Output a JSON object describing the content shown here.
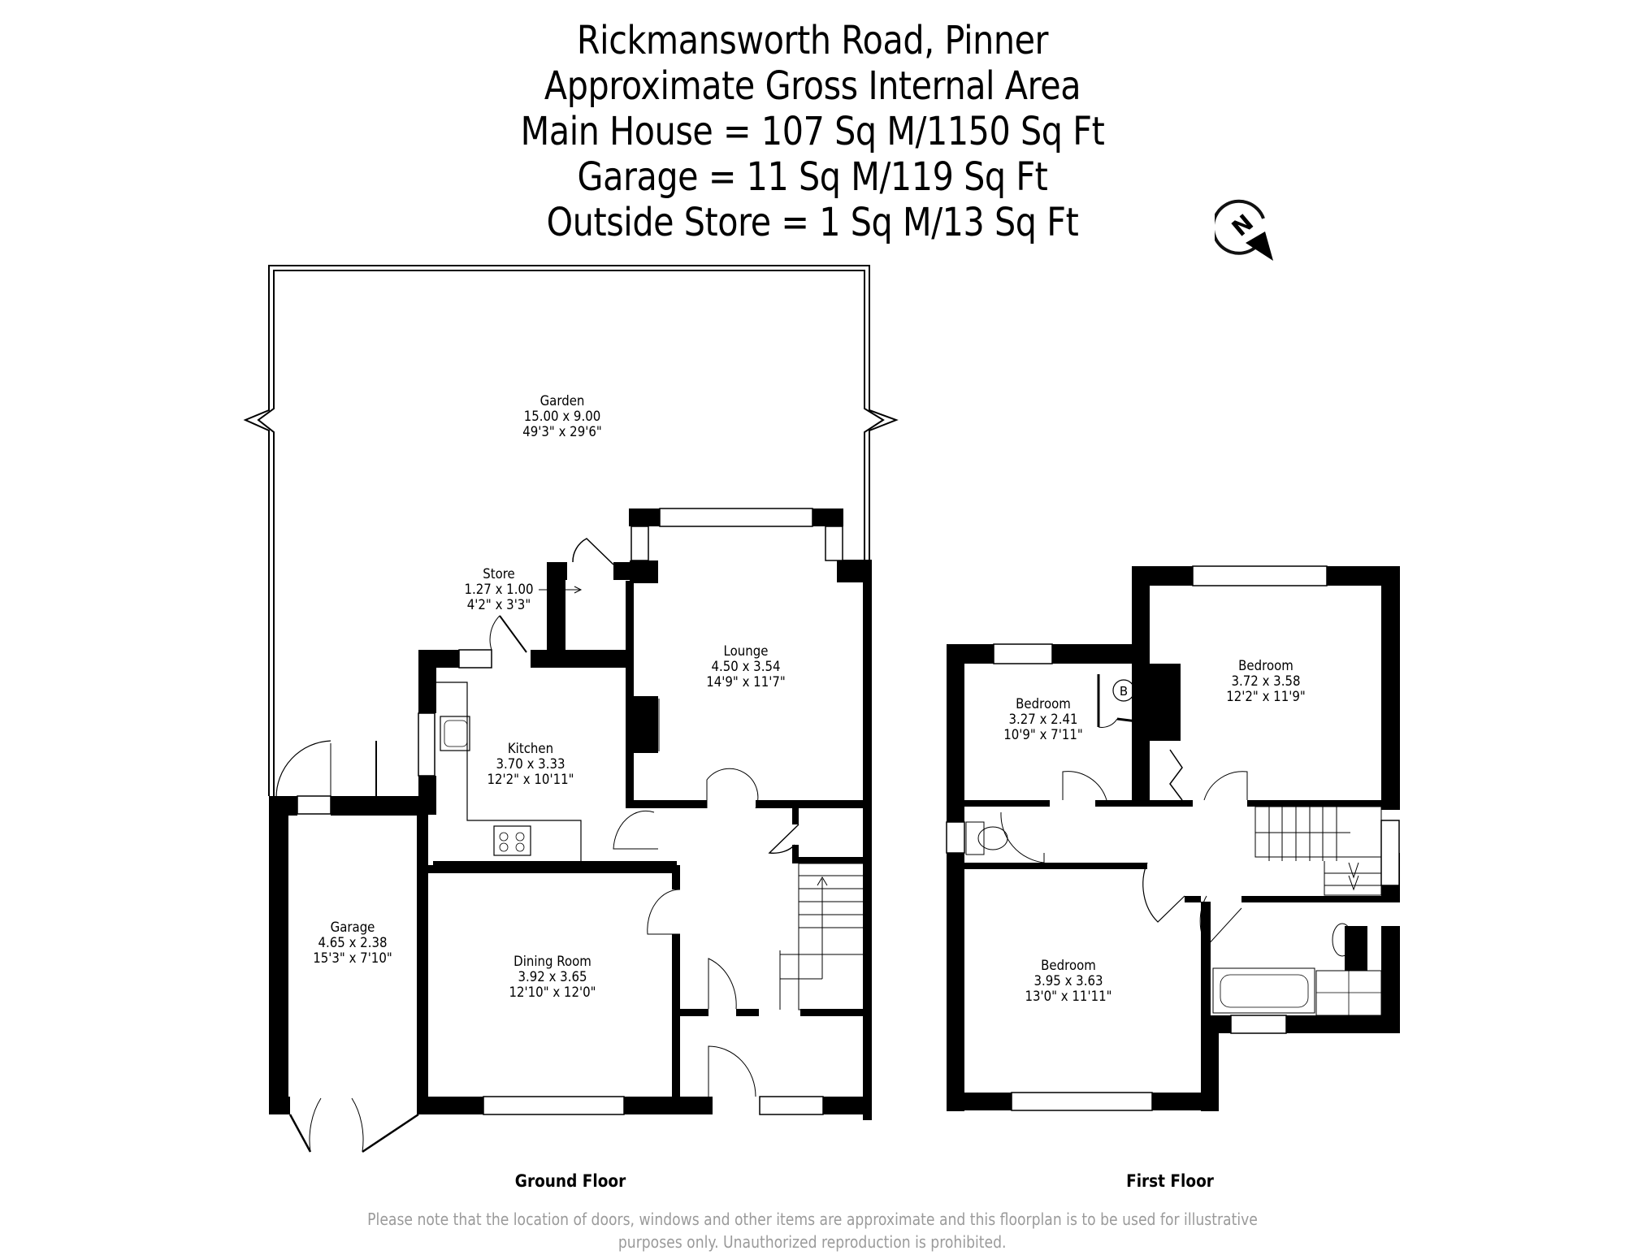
{
  "header": {
    "lines": [
      "Rickmansworth Road, Pinner",
      "Approximate Gross Internal Area",
      "Main House = 107 Sq M/1150 Sq Ft",
      "Garage = 11 Sq M/119 Sq Ft",
      "Outside Store = 1 Sq M/13 Sq Ft"
    ]
  },
  "compass": {
    "letter": "N",
    "icon": "north-compass-icon"
  },
  "ground_floor": {
    "label": "Ground Floor",
    "rooms": [
      {
        "name": "Garden",
        "metric": "15.00 x 9.00",
        "imperial": "49'3\" x 29'6\""
      },
      {
        "name": "Store",
        "metric": "1.27 x 1.00",
        "imperial": "4'2\" x 3'3\""
      },
      {
        "name": "Lounge",
        "metric": "4.50 x 3.54",
        "imperial": "14'9\" x 11'7\""
      },
      {
        "name": "Kitchen",
        "metric": "3.70 x 3.33",
        "imperial": "12'2\" x 10'11\""
      },
      {
        "name": "Garage",
        "metric": "4.65 x 2.38",
        "imperial": "15'3\" x 7'10\""
      },
      {
        "name": "Dining Room",
        "metric": "3.92 x 3.65",
        "imperial": "12'10\" x 12'0\""
      }
    ]
  },
  "first_floor": {
    "label": "First Floor",
    "boiler_symbol": "B",
    "rooms": [
      {
        "name": "Bedroom",
        "metric": "3.27 x 2.41",
        "imperial": "10'9\" x 7'11\""
      },
      {
        "name": "Bedroom",
        "metric": "3.72 x 3.58",
        "imperial": "12'2\" x 11'9\""
      },
      {
        "name": "Bedroom",
        "metric": "3.95 x 3.63",
        "imperial": "13'0\" x 11'11\""
      }
    ]
  },
  "footer": {
    "disclaimer_line1": "Please note that the location of doors, windows and other items are approximate and this floorplan is to be used for illustrative",
    "disclaimer_line2": "purposes only. Unauthorized reproduction is prohibited."
  },
  "colors": {
    "wall": "#000000",
    "background": "#ffffff",
    "disclaimer": "#9a9a9a"
  }
}
